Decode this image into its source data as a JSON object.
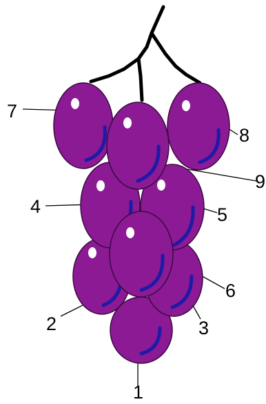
{
  "colors": {
    "grape_fill": "#8b1a94",
    "grape_outline": "#3a0a40",
    "shine": "#ffffff",
    "shadow": "#1f1aa6",
    "stem": "#000000",
    "leader": "#000000"
  },
  "labels": {
    "grape_1": "1",
    "grape_2": "2",
    "grape_3": "3",
    "grape_4": "4",
    "grape_5": "5",
    "grape_6": "6",
    "grape_7": "7",
    "grape_8": "8",
    "grape_9": "9"
  }
}
